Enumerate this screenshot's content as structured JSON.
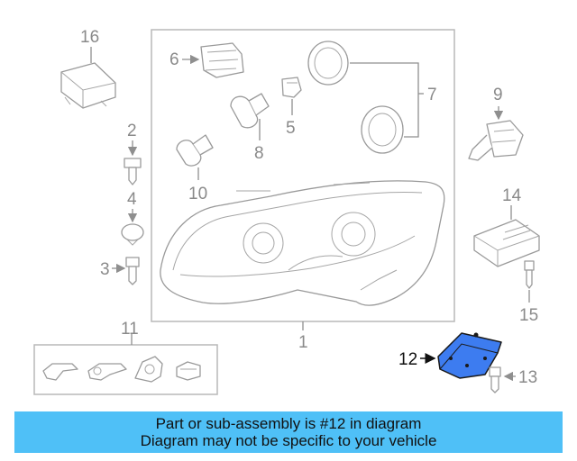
{
  "diagram": {
    "callouts": {
      "c1": "1",
      "c2": "2",
      "c3": "3",
      "c4": "4",
      "c5": "5",
      "c6": "6",
      "c7": "7",
      "c8": "8",
      "c9": "9",
      "c10": "10",
      "c11": "11",
      "c12": "12",
      "c13": "13",
      "c14": "14",
      "c15": "15",
      "c16": "16"
    },
    "highlighted_part": "12",
    "colors": {
      "part_line": "#9a9a9a",
      "highlight_part": "#3d7cf0",
      "banner": "#4fc0f7"
    }
  },
  "banner": {
    "line1": "Part or sub-assembly is #12 in diagram",
    "line2": "Diagram may not be specific to your vehicle"
  }
}
